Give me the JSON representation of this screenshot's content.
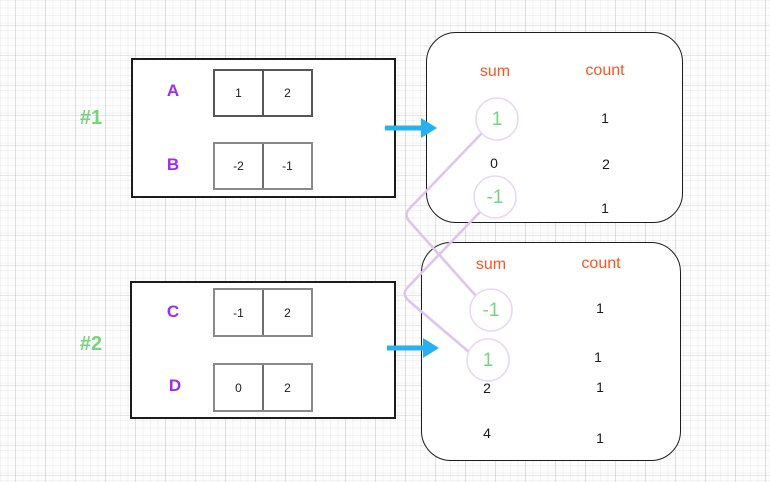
{
  "colors": {
    "green": "#76d37e",
    "purple": "#9d2df2",
    "orange": "#fc5420",
    "blue": "#27b1f1",
    "lavender": "#dcc6ed",
    "ring": "#e8d8f3",
    "box_border": "#1c1c1c"
  },
  "pair_groups": [
    {
      "tag": "#1",
      "arrays": [
        {
          "label": "A",
          "cells": [
            "1",
            "2"
          ]
        },
        {
          "label": "B",
          "cells": [
            "-2",
            "-1"
          ]
        }
      ]
    },
    {
      "tag": "#2",
      "arrays": [
        {
          "label": "C",
          "cells": [
            "-1",
            "2"
          ]
        },
        {
          "label": "D",
          "cells": [
            "0",
            "2"
          ]
        }
      ]
    }
  ],
  "sum_tables": [
    {
      "headers": {
        "sum": "sum",
        "count": "count"
      },
      "rows": [
        {
          "sum": "1",
          "count": "1",
          "circled": true
        },
        {
          "sum": "0",
          "count": "2",
          "circled": false
        },
        {
          "sum": "-1",
          "count": "1",
          "circled": true
        }
      ]
    },
    {
      "headers": {
        "sum": "sum",
        "count": "count"
      },
      "rows": [
        {
          "sum": "-1",
          "count": "1",
          "circled": true
        },
        {
          "sum": "1",
          "count": "1",
          "circled": true
        },
        {
          "sum": "2",
          "count": "1",
          "circled": false
        },
        {
          "sum": "4",
          "count": "1",
          "circled": false
        }
      ]
    }
  ],
  "connections": [
    {
      "from": "table-1 sum 1",
      "to": "table-2 sum -1"
    },
    {
      "from": "table-1 sum -1",
      "to": "table-2 sum 1"
    }
  ]
}
